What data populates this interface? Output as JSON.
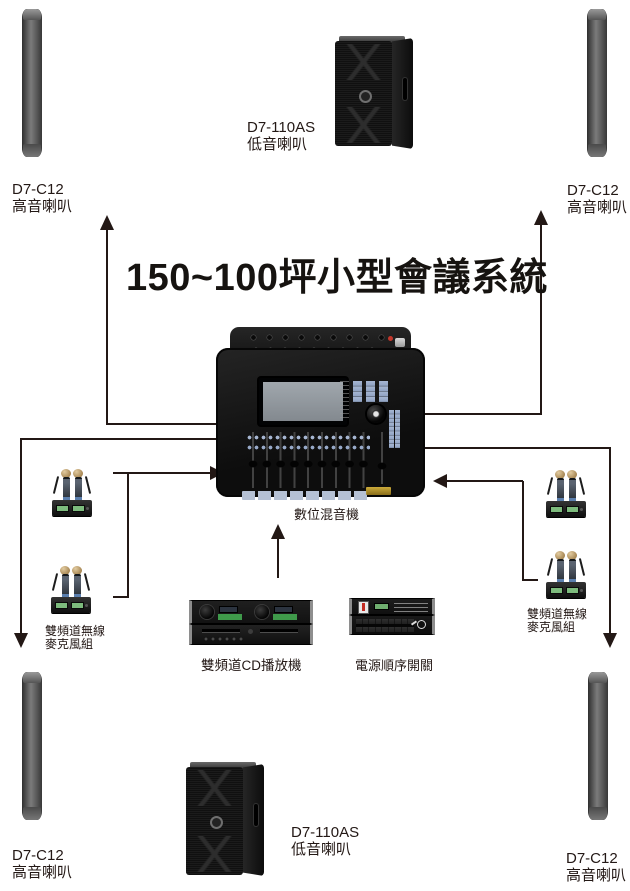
{
  "title": "150~100坪小型會議系統",
  "devices": {
    "speaker_top_left": {
      "model": "D7-C12",
      "name": "高音喇叭"
    },
    "speaker_top_right": {
      "model": "D7-C12",
      "name": "高音喇叭"
    },
    "speaker_bottom_left": {
      "model": "D7-C12",
      "name": "高音喇叭"
    },
    "speaker_bottom_right": {
      "model": "D7-C12",
      "name": "高音喇叭"
    },
    "subwoofer_top": {
      "model": "D7-110AS",
      "name": "低音喇叭"
    },
    "subwoofer_bottom": {
      "model": "D7-110AS",
      "name": "低音喇叭"
    },
    "mixer": {
      "name": "數位混音機"
    },
    "mic_group_left": {
      "name_line1": "雙頻道無線",
      "name_line2": "麥克風組"
    },
    "mic_group_right": {
      "name_line1": "雙頻道無線",
      "name_line2": "麥克風組"
    },
    "cd_player": {
      "name": "雙頻道CD播放機"
    },
    "power_sequencer": {
      "name": "電源順序開關"
    }
  },
  "connections": [
    "mixer → speaker_top_left",
    "mixer → speaker_bottom_left",
    "mixer → speaker_top_right",
    "mixer → speaker_bottom_right",
    "mic_group_left → mixer",
    "mic_group_right → mixer",
    "cd_player → mixer"
  ],
  "colors": {
    "line": "#231815",
    "text": "#231815",
    "mic_display_green": "#7dbb7d",
    "mixer_button_blue": "#a6b6d2",
    "brand_logo_gold": "#c9a22e"
  }
}
